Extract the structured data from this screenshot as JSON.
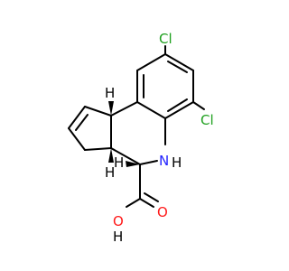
{
  "molecule": {
    "atoms": [
      {
        "id": "cl1",
        "symbol": "Cl"
      },
      {
        "id": "cl2",
        "symbol": "Cl"
      },
      {
        "id": "n",
        "symbol": "N"
      },
      {
        "id": "nh",
        "symbol": "H"
      },
      {
        "id": "o1",
        "symbol": "O"
      },
      {
        "id": "o2",
        "symbol": "O"
      },
      {
        "id": "oh",
        "symbol": "H"
      },
      {
        "id": "h1",
        "symbol": "H"
      },
      {
        "id": "h2",
        "symbol": "H"
      },
      {
        "id": "h3",
        "symbol": "H"
      }
    ]
  },
  "colors": {
    "carbon_bonds": "#000000",
    "chlorine": "#1fa01f",
    "nitrogen": "#2323ff",
    "oxygen": "#ff1a1a",
    "hydrogen": "#000000"
  }
}
